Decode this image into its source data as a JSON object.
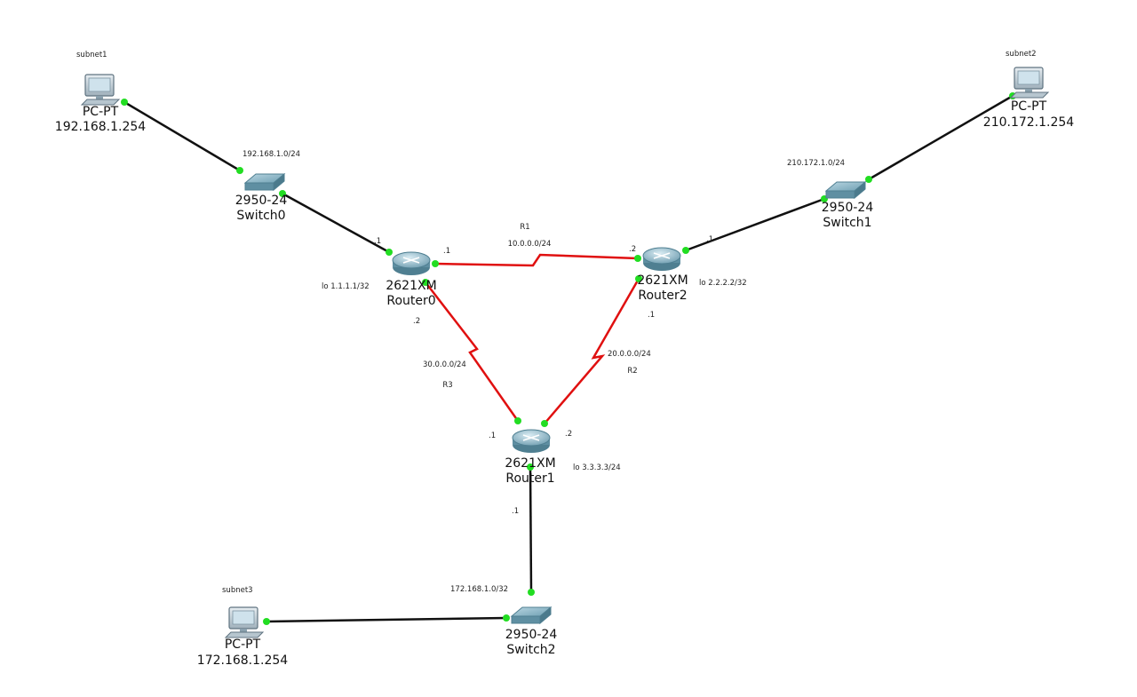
{
  "colors": {
    "serial_link": "#e01010",
    "ethernet_link": "#111111",
    "port_dot": "#22dd22"
  },
  "devices": {
    "pc0": {
      "model": "PC-PT",
      "name": "192.168.1.254",
      "subnet": "subnet1"
    },
    "pc1": {
      "model": "PC-PT",
      "name": "210.172.1.254",
      "subnet": "subnet2"
    },
    "pc2": {
      "model": "PC-PT",
      "name": "172.168.1.254",
      "subnet": "subnet3"
    },
    "switch0": {
      "model": "2950-24",
      "name": "Switch0",
      "network": "192.168.1.0/24"
    },
    "switch1": {
      "model": "2950-24",
      "name": "Switch1",
      "network": "210.172.1.0/24"
    },
    "switch2": {
      "model": "2950-24",
      "name": "Switch2",
      "network": "172.168.1.0/32"
    },
    "router0": {
      "model": "2621XM",
      "name": "Router0",
      "loopback": "lo 1.1.1.1/32"
    },
    "router1": {
      "model": "2621XM",
      "name": "Router1",
      "loopback": "lo 3.3.3.3/24"
    },
    "router2": {
      "model": "2621XM",
      "name": "Router2",
      "loopback": "lo 2.2.2.2/32"
    }
  },
  "links": {
    "r1": {
      "name": "R1",
      "network": "10.0.0.0/24",
      "end_a": ".1",
      "end_b": ".2"
    },
    "r2": {
      "name": "R2",
      "network": "20.0.0.0/24",
      "end_a": ".1",
      "end_b": ".2"
    },
    "r3": {
      "name": "R3",
      "network": "30.0.0.0/24",
      "end_a": ".2",
      "end_b": ".1"
    },
    "sw0_r0": {
      "end": ".1"
    },
    "sw1_r2": {
      "end": ".1"
    },
    "sw2_r1": {
      "end": ".1"
    }
  }
}
